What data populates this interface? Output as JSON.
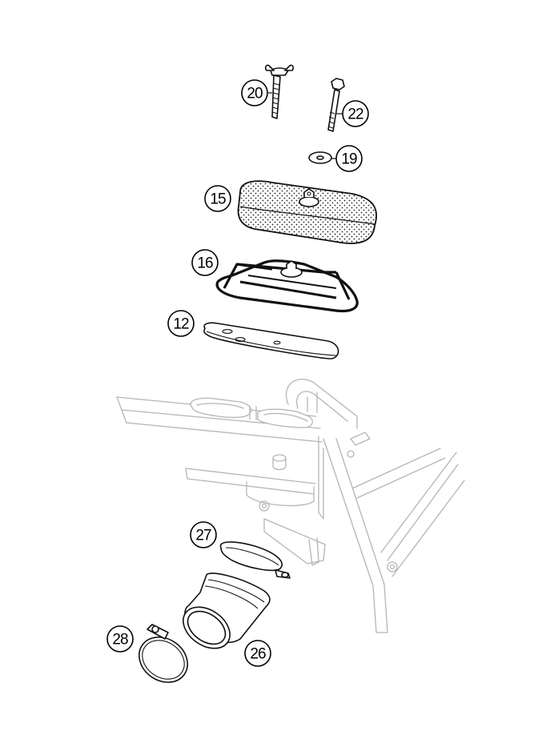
{
  "callouts": [
    {
      "id": "p20",
      "label": "20"
    },
    {
      "id": "p22",
      "label": "22"
    },
    {
      "id": "p19",
      "label": "19"
    },
    {
      "id": "p15",
      "label": "15"
    },
    {
      "id": "p16",
      "label": "16"
    },
    {
      "id": "p12",
      "label": "12"
    },
    {
      "id": "p27",
      "label": "27"
    },
    {
      "id": "p28",
      "label": "28"
    },
    {
      "id": "p26",
      "label": "26"
    }
  ]
}
